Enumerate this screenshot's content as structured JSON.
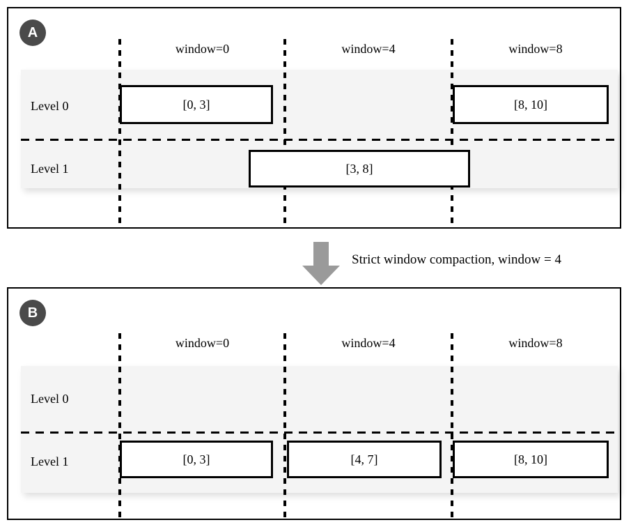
{
  "figure": {
    "transition": {
      "caption": "Strict window compaction, window = 4",
      "arrow_icon": "down-arrow-icon",
      "arrow_color": "#9a9a9a"
    },
    "colors": {
      "badge_background": "#4a4a4a",
      "badge_text": "#ffffff",
      "band_background": "#f4f4f4",
      "line": "#000000",
      "panel_background": "#ffffff"
    },
    "column_headers": [
      "window=0",
      "window=4",
      "window=8"
    ],
    "level_labels": [
      "Level 0",
      "Level 1"
    ]
  },
  "panels": [
    {
      "badge": "A",
      "headers": [
        "window=0",
        "window=4",
        "window=8"
      ],
      "rows": [
        {
          "label": "Level 0",
          "boxes": [
            {
              "text": "[0, 3]",
              "window": "window=0"
            },
            {
              "text": "[8, 10]",
              "window": "window=8"
            }
          ]
        },
        {
          "label": "Level 1",
          "boxes": [
            {
              "text": "[3, 8]",
              "window": "window=4"
            }
          ]
        }
      ]
    },
    {
      "badge": "B",
      "headers": [
        "window=0",
        "window=4",
        "window=8"
      ],
      "rows": [
        {
          "label": "Level 0",
          "boxes": []
        },
        {
          "label": "Level 1",
          "boxes": [
            {
              "text": "[0, 3]",
              "window": "window=0"
            },
            {
              "text": "[4, 7]",
              "window": "window=4"
            },
            {
              "text": "[8, 10]",
              "window": "window=8"
            }
          ]
        }
      ]
    }
  ]
}
